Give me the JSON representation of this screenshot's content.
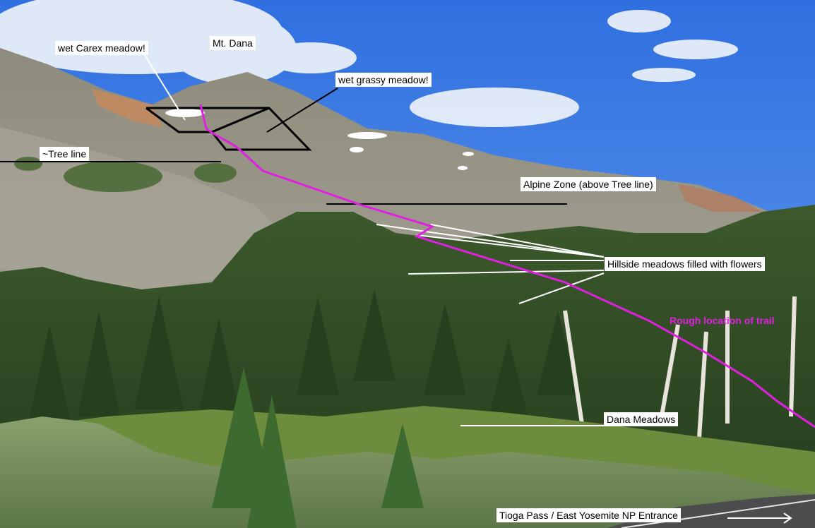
{
  "labels": {
    "mt_dana": "Mt. Dana",
    "wet_carex": "wet Carex meadow!",
    "wet_grassy": "wet grassy meadow!",
    "tree_line": "~Tree line",
    "alpine_zone": "Alpine Zone (above Tree line)",
    "hillside": "Hillside meadows filled with flowers",
    "trail": "Rough location of trail",
    "dana_meadows": "Dana Meadows",
    "tioga": "Tioga Pass / East Yosemite NP Entrance"
  },
  "colors": {
    "sky": "#3a7be0",
    "mountain_rock": "#9a988c",
    "forest": "#2f4a26",
    "meadow": "#6e8c3e",
    "trail": "#e020e0",
    "annotation_white": "#ffffff",
    "annotation_black": "#000000"
  }
}
